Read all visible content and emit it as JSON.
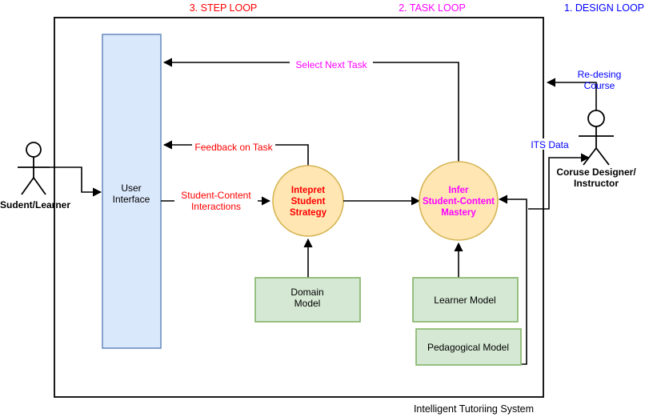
{
  "diagram": {
    "caption": "Intelligent Tutoriing System",
    "loops": [
      {
        "id": "step",
        "label": "3. STEP LOOP",
        "color": "#ff0000"
      },
      {
        "id": "task",
        "label": "2. TASK LOOP",
        "color": "#ff00ff"
      },
      {
        "id": "design",
        "label": "1. DESIGN LOOP",
        "color": "#0000ff"
      }
    ],
    "actors": [
      {
        "id": "student",
        "label": "Sudent/Learner"
      },
      {
        "id": "instructor",
        "label": "Coruse Designer/\nInstructor",
        "label_line1": "Coruse Designer/",
        "label_line2": "Instructor"
      }
    ],
    "nodes": {
      "user_interface": {
        "label_line1": "User",
        "label_line2": "Interface",
        "fill": "#dae8fc",
        "stroke": "#6c8ebf"
      },
      "interpret": {
        "label_line1": "Intepret",
        "label_line2": "Student",
        "label_line3": "Strategy",
        "fill": "#ffe6b3",
        "stroke": "#d6b656",
        "text_color": "#ff0000"
      },
      "infer": {
        "label_line1": "Infer",
        "label_line2": "Student-Content",
        "label_line3": "Mastery",
        "fill": "#ffe6b3",
        "stroke": "#d6b656",
        "text_color": "#ff00ff"
      },
      "domain_model": {
        "label_line1": "Domain",
        "label_line2": "Model",
        "fill": "#d5e8d4",
        "stroke": "#82b366"
      },
      "learner_model": {
        "label": "Learner Model",
        "fill": "#d5e8d4",
        "stroke": "#82b366"
      },
      "pedagogical_model": {
        "label": "Pedagogical Model",
        "fill": "#d5e8d4",
        "stroke": "#82b366"
      }
    },
    "edges": [
      {
        "id": "select-next-task",
        "label": "Select Next Task",
        "color": "#ff00ff"
      },
      {
        "id": "feedback-on-task",
        "label": "Feedback on Task",
        "color": "#ff0000"
      },
      {
        "id": "student-content-interactions",
        "label_line1": "Student-Content",
        "label_line2": "Interactions",
        "color": "#ff0000"
      },
      {
        "id": "re-design-course",
        "label_line1": "Re-desing",
        "label_line2": "Course",
        "color": "#0000ff"
      },
      {
        "id": "its-data",
        "label": "ITS Data",
        "color": "#0000ff"
      }
    ]
  }
}
